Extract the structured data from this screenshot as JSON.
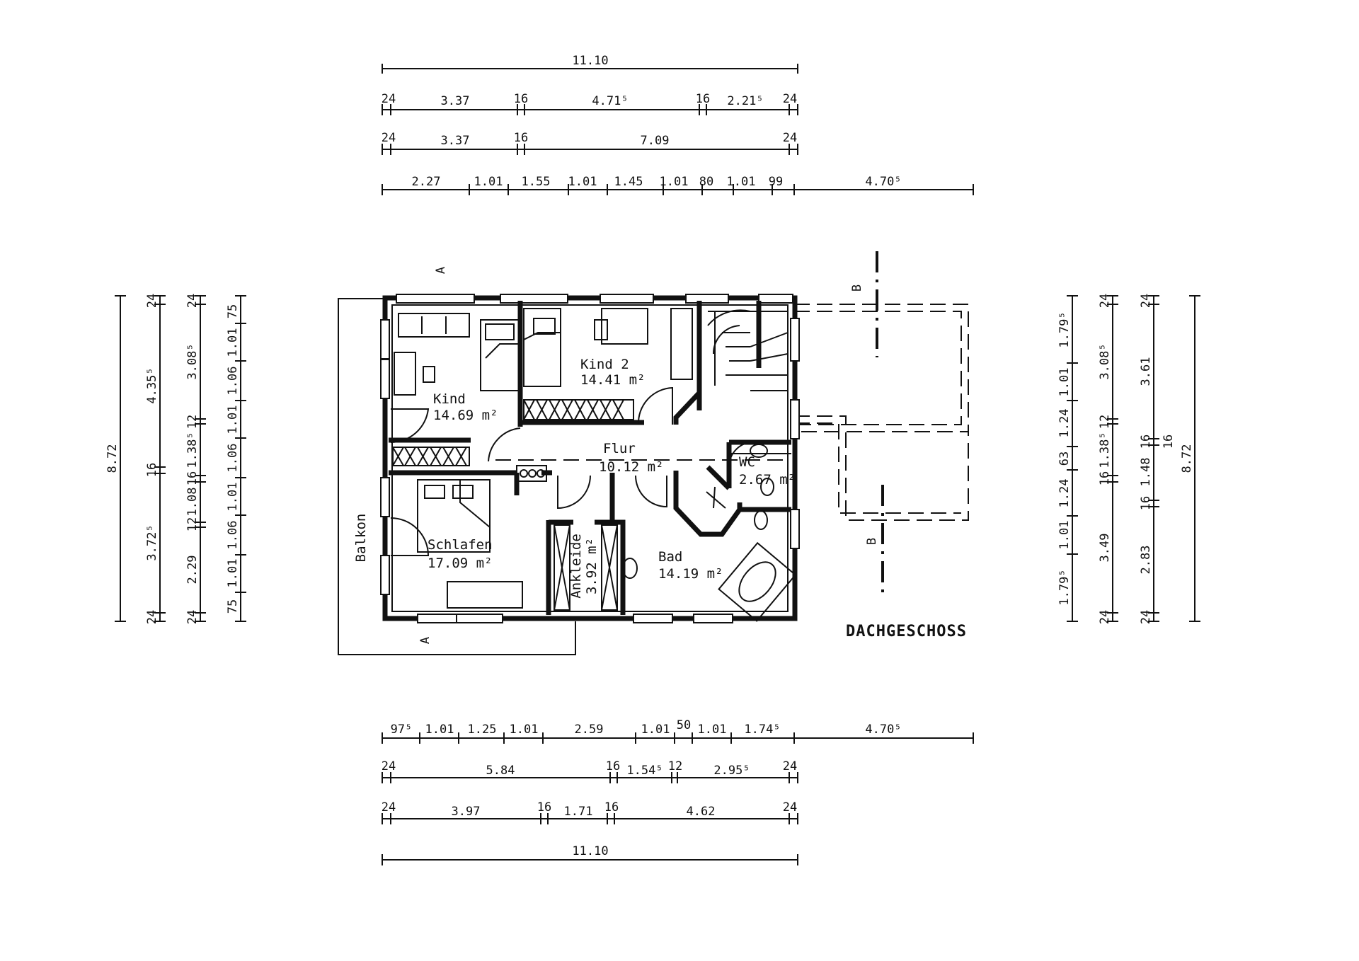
{
  "plan": {
    "floor_title": "DACHGESCHOSS",
    "rooms": {
      "kind_name": "Kind",
      "kind_area": "14.69 m²",
      "kind2_name": "Kind 2",
      "kind2_area": "14.41 m²",
      "flur_name": "Flur",
      "flur_area": "10.12 m²",
      "wc_name": "WC",
      "wc_area": "2.67 m²",
      "schlafen_name": "Schlafen",
      "schlafen_area": "17.09 m²",
      "ankleide_name": "Ankleide",
      "ankleide_area": "3.92 m²",
      "bad_name": "Bad",
      "bad_area": "14.19 m²",
      "balkon_name": "Balkon"
    },
    "section_markers": {
      "a_top": "A",
      "a_bottom": "A",
      "b_top": "B",
      "b_bottom": "B"
    }
  },
  "dimensions": {
    "top_overall": "11.10",
    "top_row1": [
      "24",
      "3.37",
      "16",
      "4.71⁵",
      "16",
      "2.21⁵",
      "24"
    ],
    "top_row2": [
      "24",
      "3.37",
      "16",
      "7.09",
      "24"
    ],
    "top_row3": [
      "2.27",
      "1.01",
      "1.55",
      "1.01",
      "1.45",
      "1.01",
      "80",
      "1.01",
      "99",
      "4.70⁵"
    ],
    "bottom_row1": [
      "97⁵",
      "1.01",
      "1.25",
      "1.01",
      "2.59",
      "1.01",
      "50",
      "1.01",
      "1.74⁵",
      "4.70⁵"
    ],
    "bottom_row2": [
      "24",
      "5.84",
      "16",
      "1.54⁵",
      "12",
      "2.95⁵",
      "24"
    ],
    "bottom_row3": [
      "24",
      "3.97",
      "16",
      "1.71",
      "16",
      "4.62",
      "24"
    ],
    "bottom_overall": "11.10",
    "left_overall": "8.72",
    "left_col1": [
      "24",
      "4.35⁵",
      "16",
      "3.72⁵",
      "24"
    ],
    "left_col2": [
      "24",
      "3.08⁵",
      "12",
      "1.38⁵",
      "16",
      "1.08",
      "12",
      "2.29",
      "24"
    ],
    "left_col3": [
      "75",
      "1.01",
      "1.06",
      "1.01",
      "1.06",
      "1.01",
      "1.06",
      "1.01",
      "75"
    ],
    "right_col1": [
      "1.79⁵",
      "1.01",
      "1.24",
      "63",
      "1.24",
      "1.01",
      "1.79⁵"
    ],
    "right_col2": [
      "24",
      "3.08⁵",
      "12",
      "1.38⁵",
      "16",
      "3.49",
      "24"
    ],
    "right_col3": [
      "24",
      "3.61",
      "16",
      "1.48",
      "16",
      "2.83",
      "24"
    ],
    "right_overall": "8.72",
    "right_overall_16": "16"
  }
}
